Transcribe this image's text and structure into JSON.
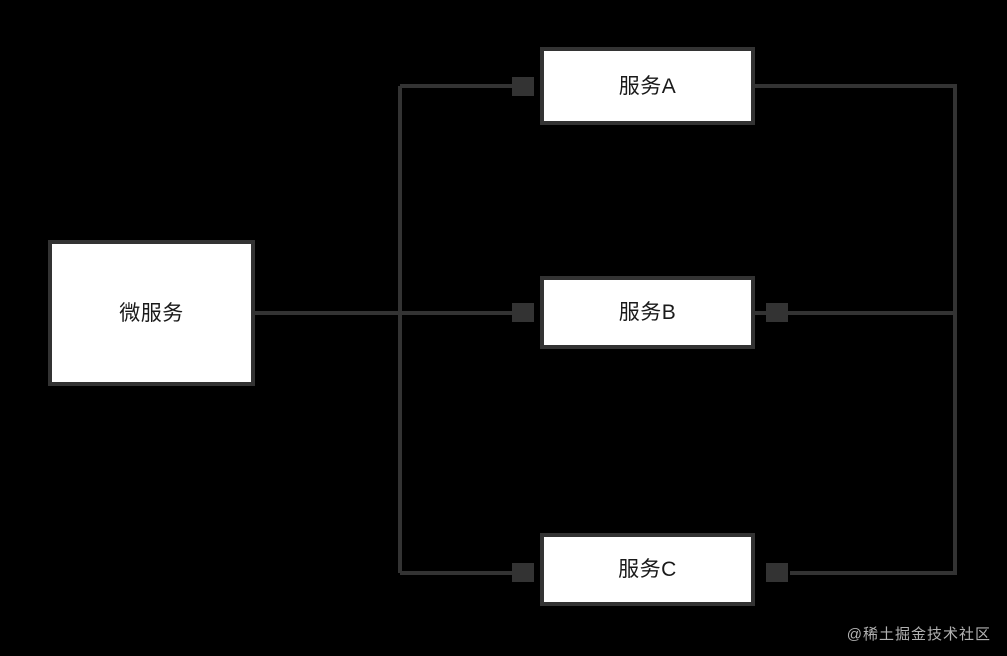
{
  "diagram": {
    "title": "微服务",
    "background_color": "#000000",
    "line_color": "#333333",
    "node_fill_color": "#ffffff",
    "node_text_color": "#1a1a1a",
    "nodes": [
      {
        "id": "root",
        "label": "微服务"
      },
      {
        "id": "a",
        "label": "服务A"
      },
      {
        "id": "b",
        "label": "服务B"
      },
      {
        "id": "c",
        "label": "服务C"
      }
    ],
    "edges": [
      {
        "from": "root",
        "to": "a",
        "arrow": "block"
      },
      {
        "from": "root",
        "to": "b",
        "arrow": "block"
      },
      {
        "from": "root",
        "to": "c",
        "arrow": "block"
      },
      {
        "from": "a",
        "to": "b",
        "arrow": "block"
      },
      {
        "from": "b",
        "to": "c",
        "arrow": "block"
      }
    ]
  },
  "watermark": {
    "text": "@稀土掘金技术社区"
  }
}
